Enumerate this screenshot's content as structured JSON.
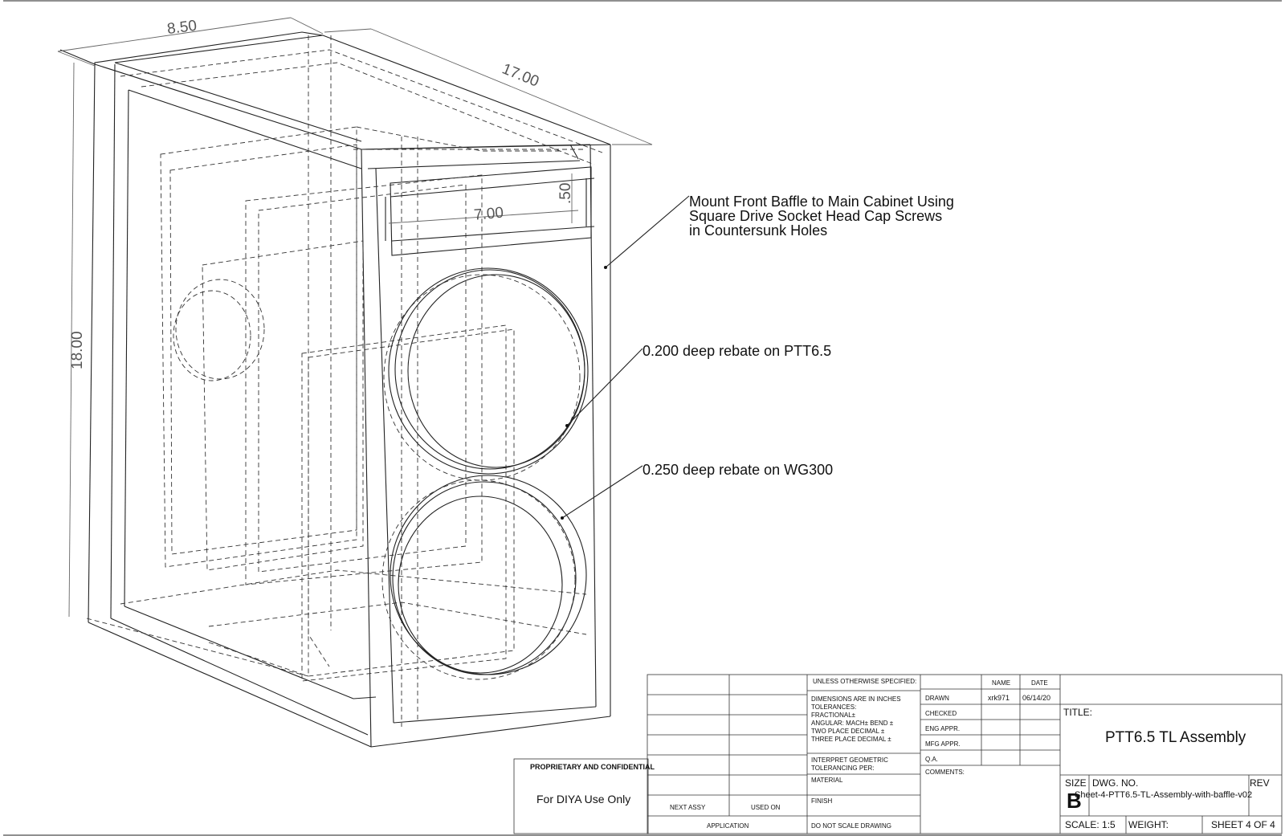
{
  "dimensions": {
    "width": "8.50",
    "depth": "17.00",
    "height": "18.00",
    "slot_width": "7.00",
    "slot_height": ".50"
  },
  "notes": {
    "baffle_mount": [
      "Mount Front Baffle to Main Cabinet Using",
      "Square Drive Socket Head Cap Screws",
      "in Countersunk Holes"
    ],
    "rebate_ptt": "0.200 deep rebate on PTT6.5",
    "rebate_wg": "0.250 deep rebate on WG300"
  },
  "title_block": {
    "proprietary": "PROPRIETARY AND CONFIDENTIAL",
    "use_note": "For DIYA Use Only",
    "next_assy": "NEXT ASSY",
    "used_on": "USED ON",
    "application": "APPLICATION",
    "do_not_scale": "DO NOT SCALE DRAWING",
    "unless_specified": "UNLESS OTHERWISE SPECIFIED:",
    "tolerance_lines": [
      "DIMENSIONS ARE IN INCHES",
      "TOLERANCES:",
      "FRACTIONAL±",
      "ANGULAR: MACH±     BEND ±",
      "TWO PLACE DECIMAL    ±",
      "THREE PLACE DECIMAL   ±"
    ],
    "interpret_lines": [
      "INTERPRET GEOMETRIC",
      "TOLERANCING PER:"
    ],
    "material": "MATERIAL",
    "finish": "FINISH",
    "col_name": "NAME",
    "col_date": "DATE",
    "rows": [
      {
        "label": "DRAWN",
        "name": "xrk971",
        "date": "06/14/20"
      },
      {
        "label": "CHECKED",
        "name": "",
        "date": ""
      },
      {
        "label": "ENG APPR.",
        "name": "",
        "date": ""
      },
      {
        "label": "MFG APPR.",
        "name": "",
        "date": ""
      },
      {
        "label": "Q.A.",
        "name": "",
        "date": ""
      }
    ],
    "comments": "COMMENTS:",
    "title_label": "TITLE:",
    "title": "PTT6.5 TL Assembly",
    "size_label": "SIZE",
    "size": "B",
    "dwg_no_label": "DWG.  NO.",
    "dwg_no": "Sheet-4-PTT6.5-TL-Assembly-with-baffle-v02",
    "rev_label": "REV",
    "scale": "SCALE: 1:5",
    "weight": "WEIGHT:",
    "sheet": "SHEET 4 OF 4"
  }
}
